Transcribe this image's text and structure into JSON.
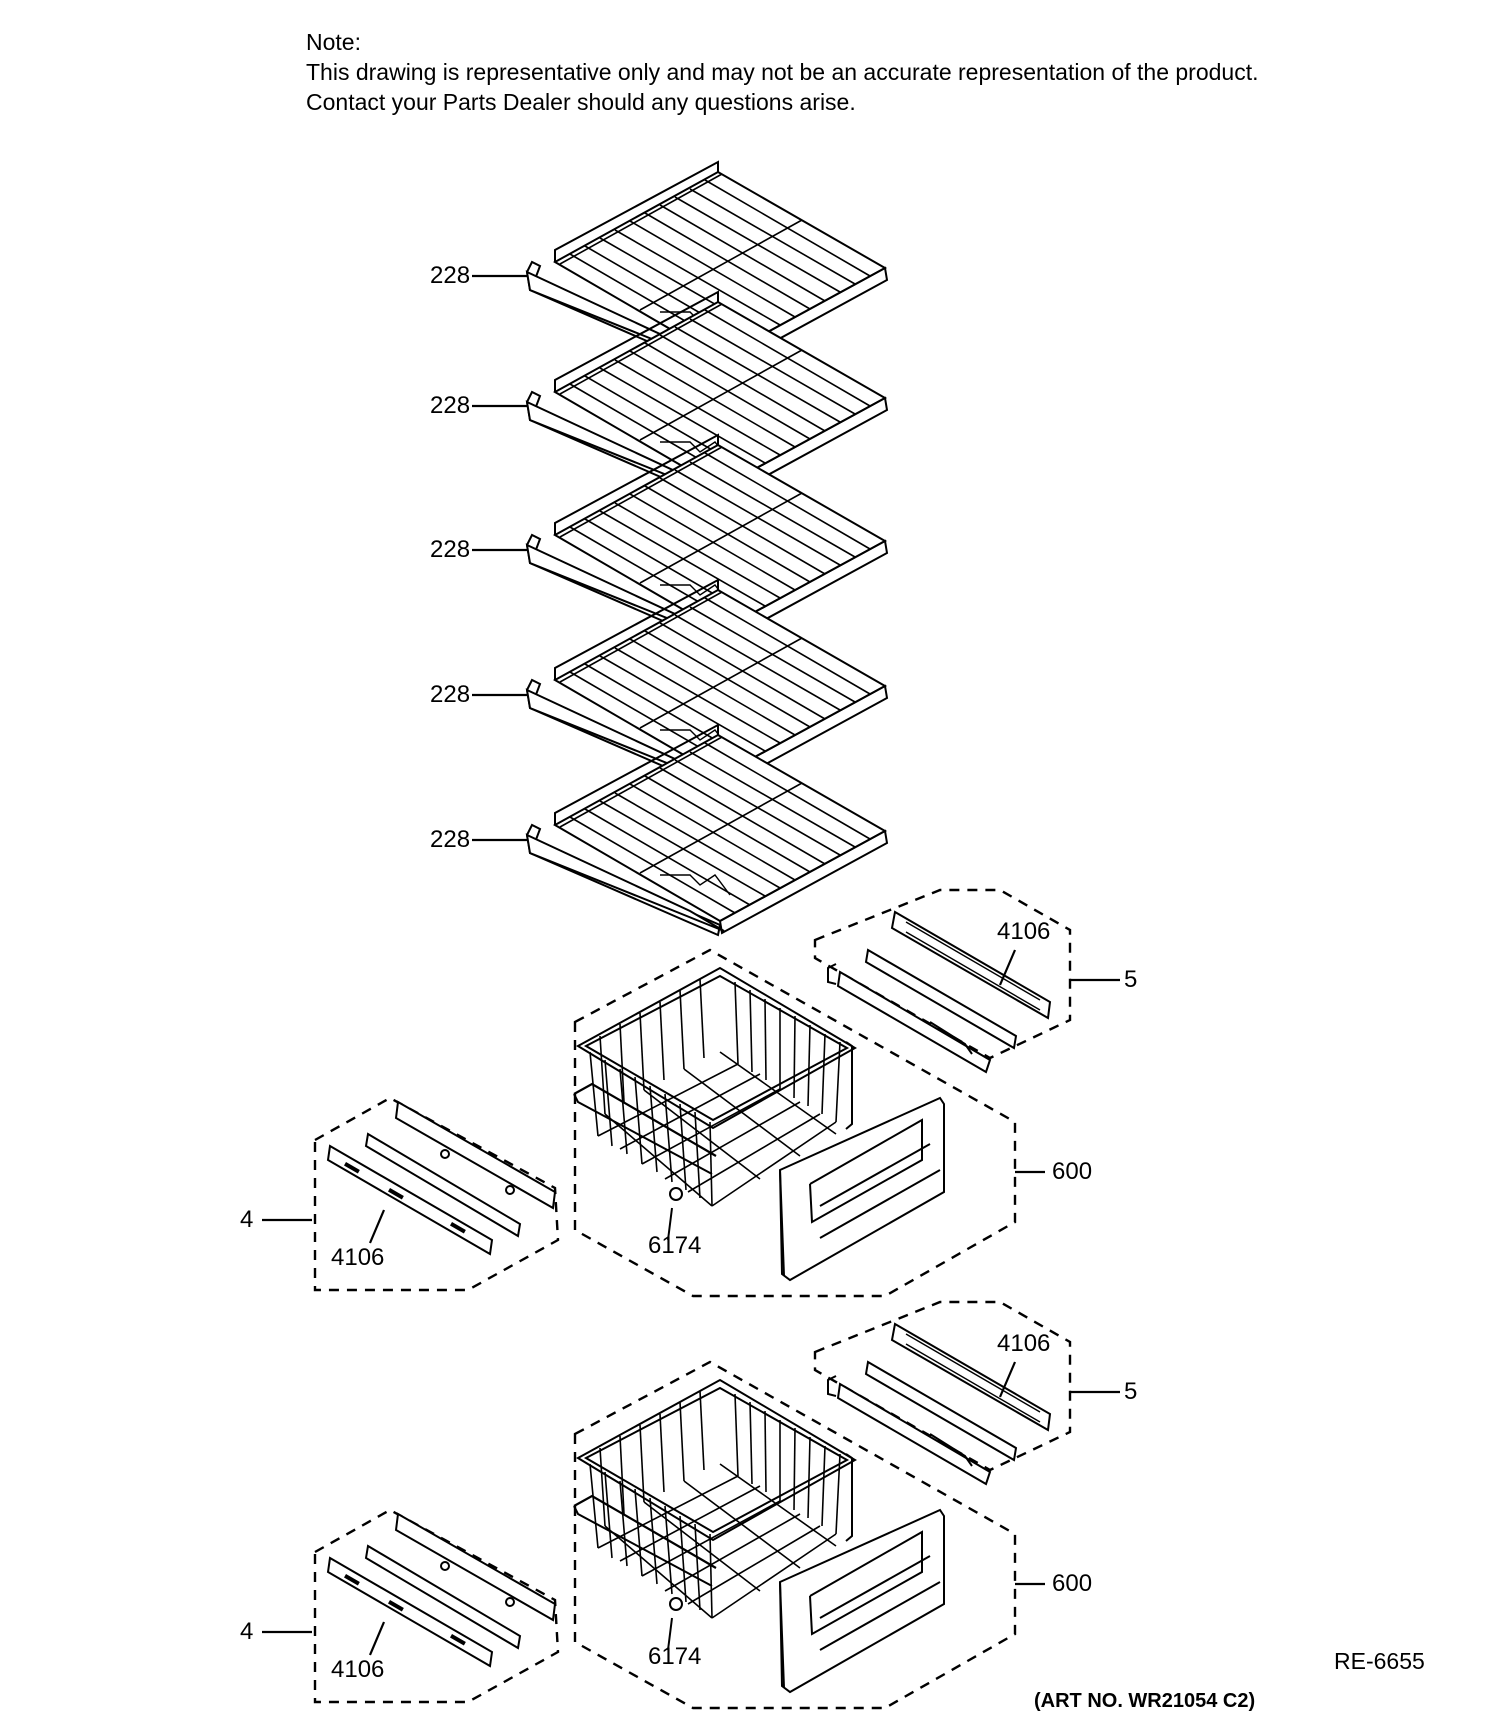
{
  "note": {
    "heading": "Note:",
    "line1": "This drawing is representative only and may not be an accurate representation of the product.",
    "line2": "Contact your Parts Dealer should any questions arise."
  },
  "callouts": {
    "shelf_1": "228",
    "shelf_2": "228",
    "shelf_3": "228",
    "shelf_4": "228",
    "shelf_5": "228",
    "upper_right_slide": "4106",
    "upper_right_group": "5",
    "upper_left_group": "4",
    "upper_left_slide": "4106",
    "upper_basket_assembly": "600",
    "upper_screw": "6174",
    "lower_right_slide": "4106",
    "lower_right_group": "5",
    "lower_left_group": "4",
    "lower_left_slide": "4106",
    "lower_basket_assembly": "600",
    "lower_screw": "6174"
  },
  "drawing_code": "RE-6655",
  "art_number": "(ART NO. WR21054 C2)"
}
